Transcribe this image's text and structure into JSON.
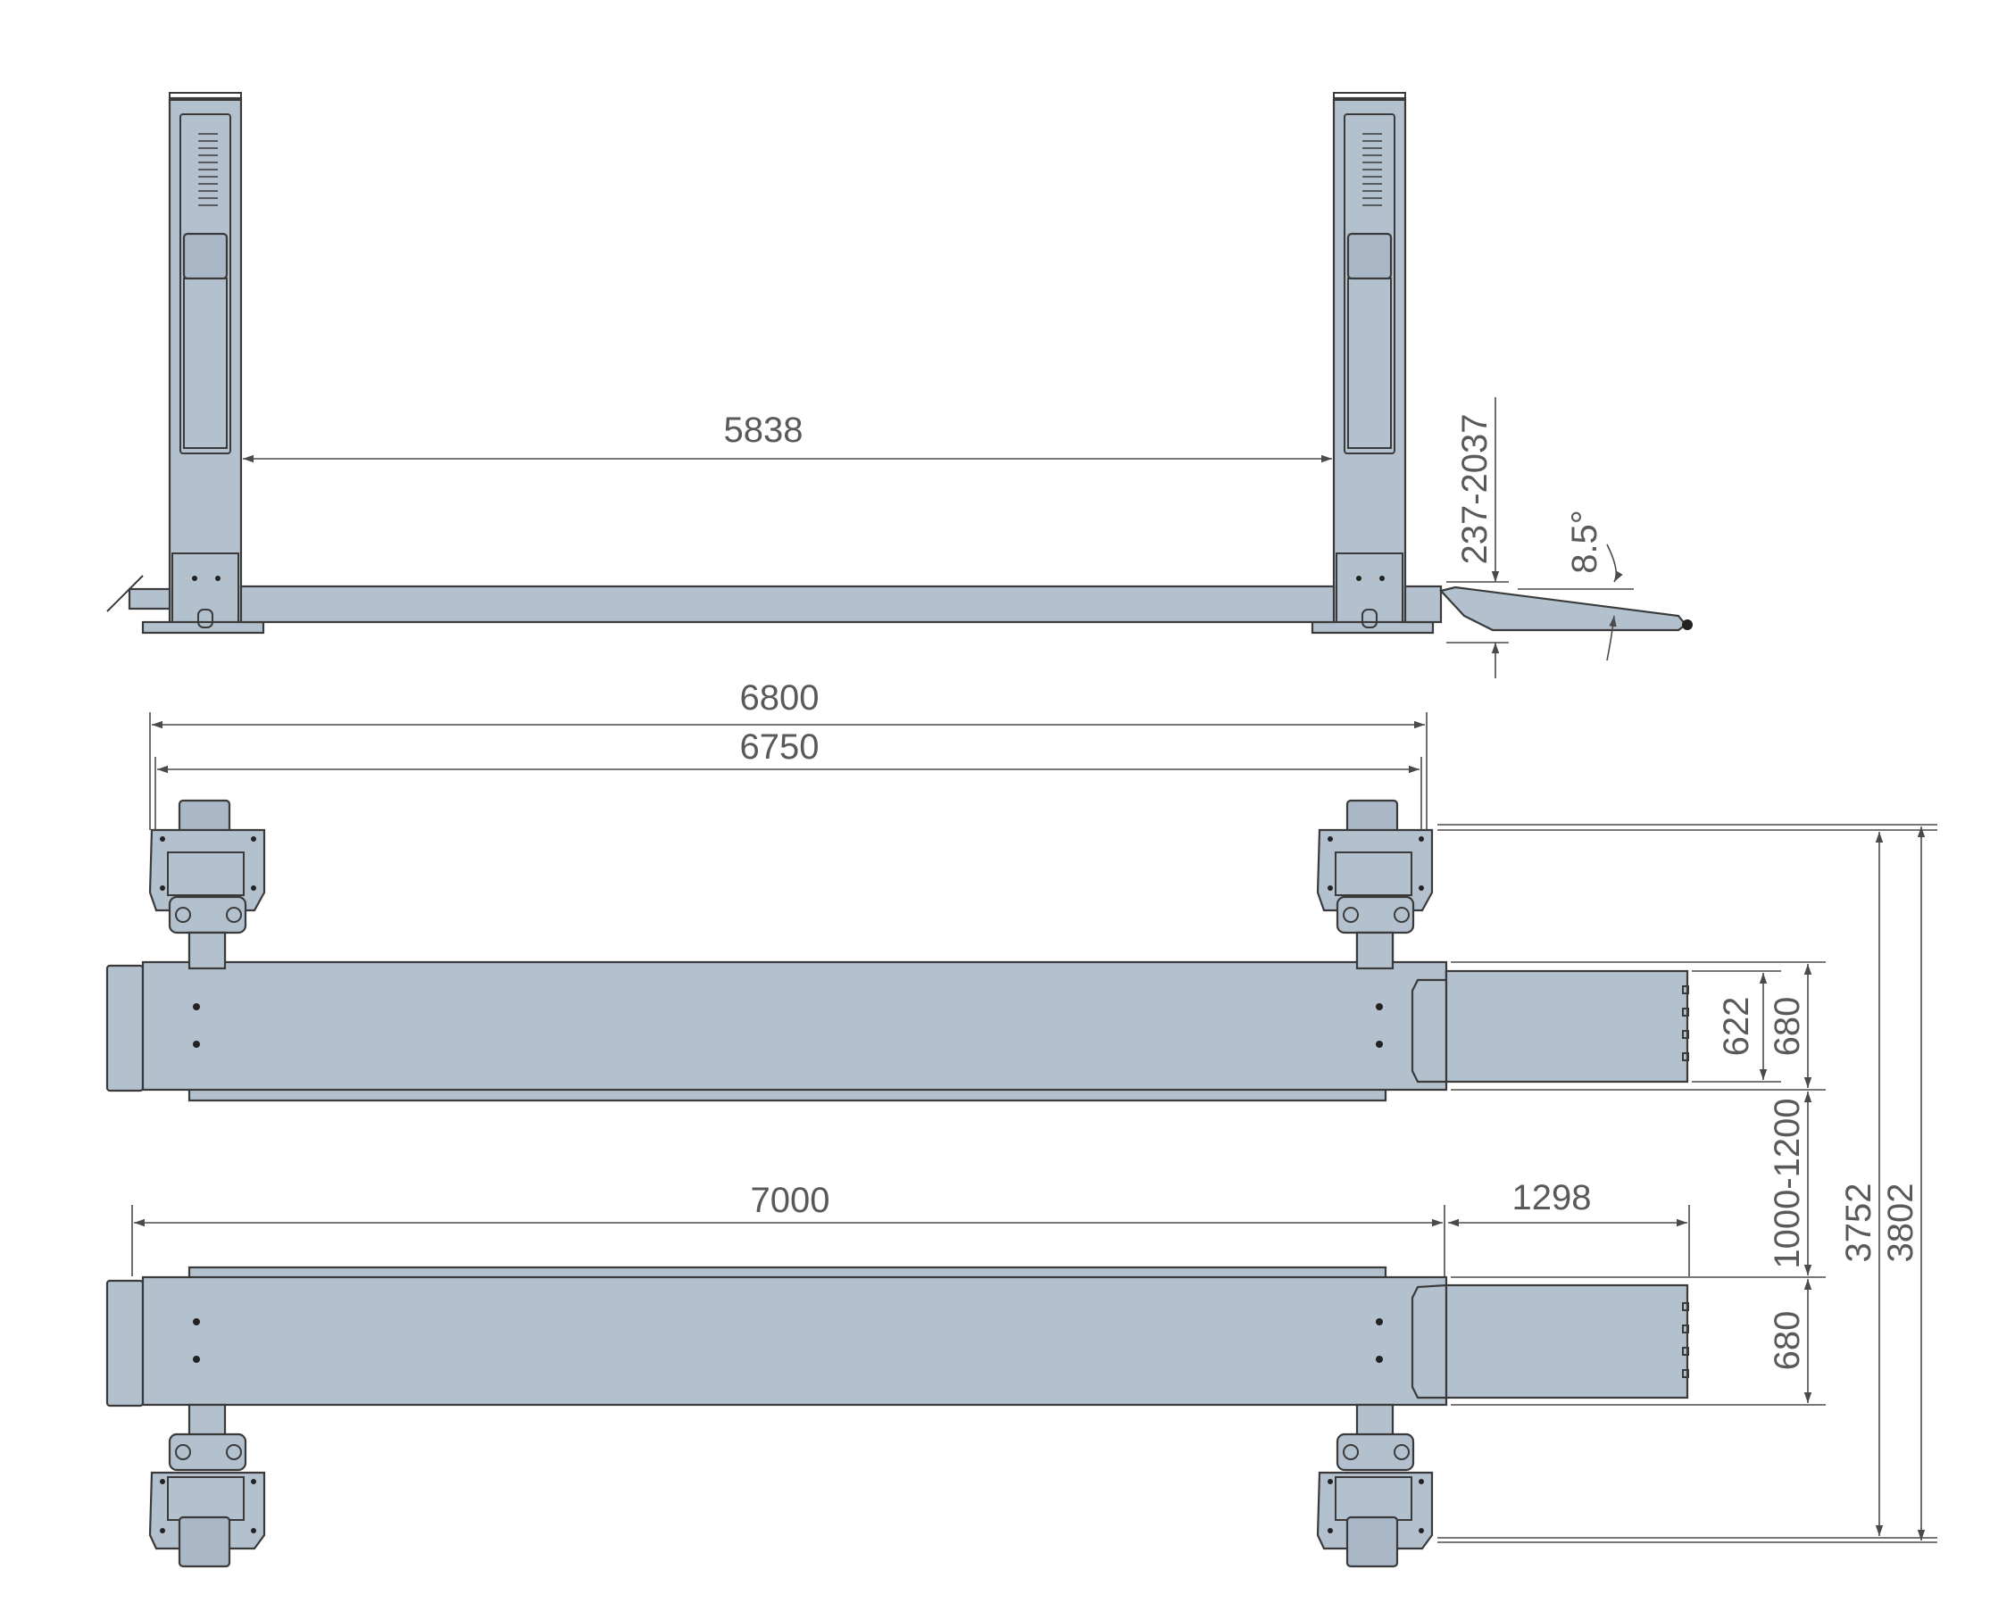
{
  "dimensions": {
    "column_spacing": "5838",
    "lift_height_range": "237-2037",
    "ramp_angle": "8.5°",
    "overall_column_span": "6800",
    "column_inner_span": "6750",
    "runway_length": "7000",
    "ramp_length": "1298",
    "runway_inner_width": "622",
    "runway_width_top": "680",
    "runway_width_bottom": "680",
    "runway_gap_range": "1000-1200",
    "inner_overall_width": "3752",
    "outer_overall_width": "3802"
  },
  "colors": {
    "steel_fill": "#b3c0ce",
    "outline": "#3a3a3a",
    "dimension_text": "#595959"
  }
}
